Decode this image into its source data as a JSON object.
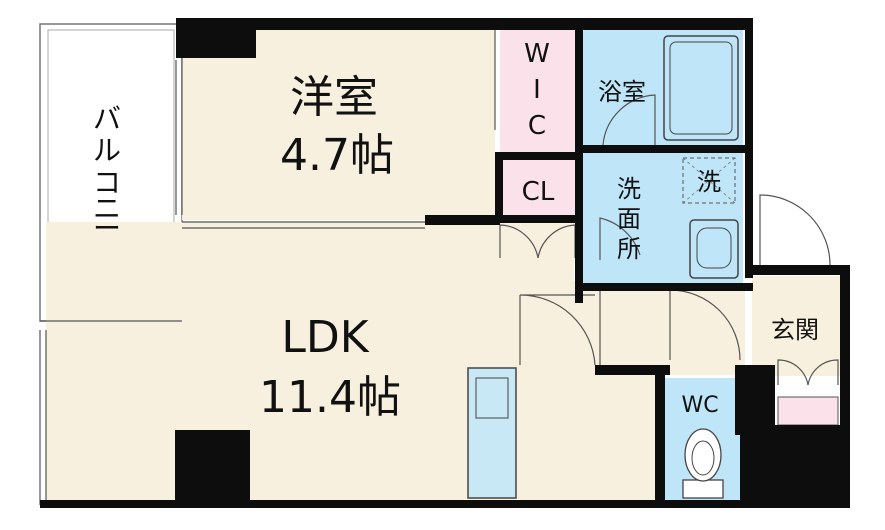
{
  "rooms": {
    "western": {
      "name": "洋室",
      "size": "4.7帖"
    },
    "wic": {
      "chars": [
        "W",
        "I",
        "C"
      ]
    },
    "closet": {
      "name": "CL"
    },
    "bath": {
      "name": "浴室"
    },
    "washroom": {
      "chars": [
        "洗",
        "面",
        "所"
      ]
    },
    "washer": {
      "name": "洗"
    },
    "balcony": {
      "chars": [
        "バ",
        "ル",
        "コ",
        "ニ",
        "ー"
      ]
    },
    "ldk": {
      "name": "LDK",
      "size": "11.4帖"
    },
    "entrance": {
      "name": "玄関"
    },
    "toilet": {
      "name": "WC"
    }
  },
  "colors": {
    "wall": "#0d0d0d",
    "floor": "#f8f0de",
    "wet_area": "#bfe6f8",
    "storage": "#fbe1ea",
    "fixture": "#c8e8f5",
    "line": "#555555"
  }
}
